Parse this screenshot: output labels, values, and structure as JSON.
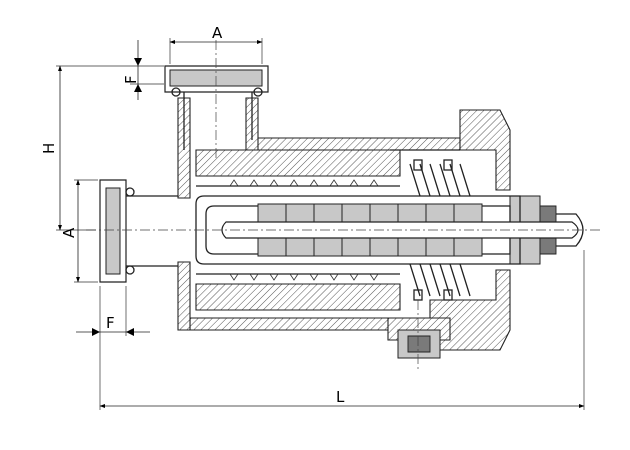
{
  "dimensions": {
    "top_width": "A",
    "top_flange": "F",
    "height": "H",
    "left_width": "A",
    "left_flange": "F",
    "length": "L"
  },
  "colors": {
    "line": "#222222",
    "hatch": "#555555",
    "fill_gray": "#c8c8c8",
    "fill_dark": "#7a7a7a"
  }
}
